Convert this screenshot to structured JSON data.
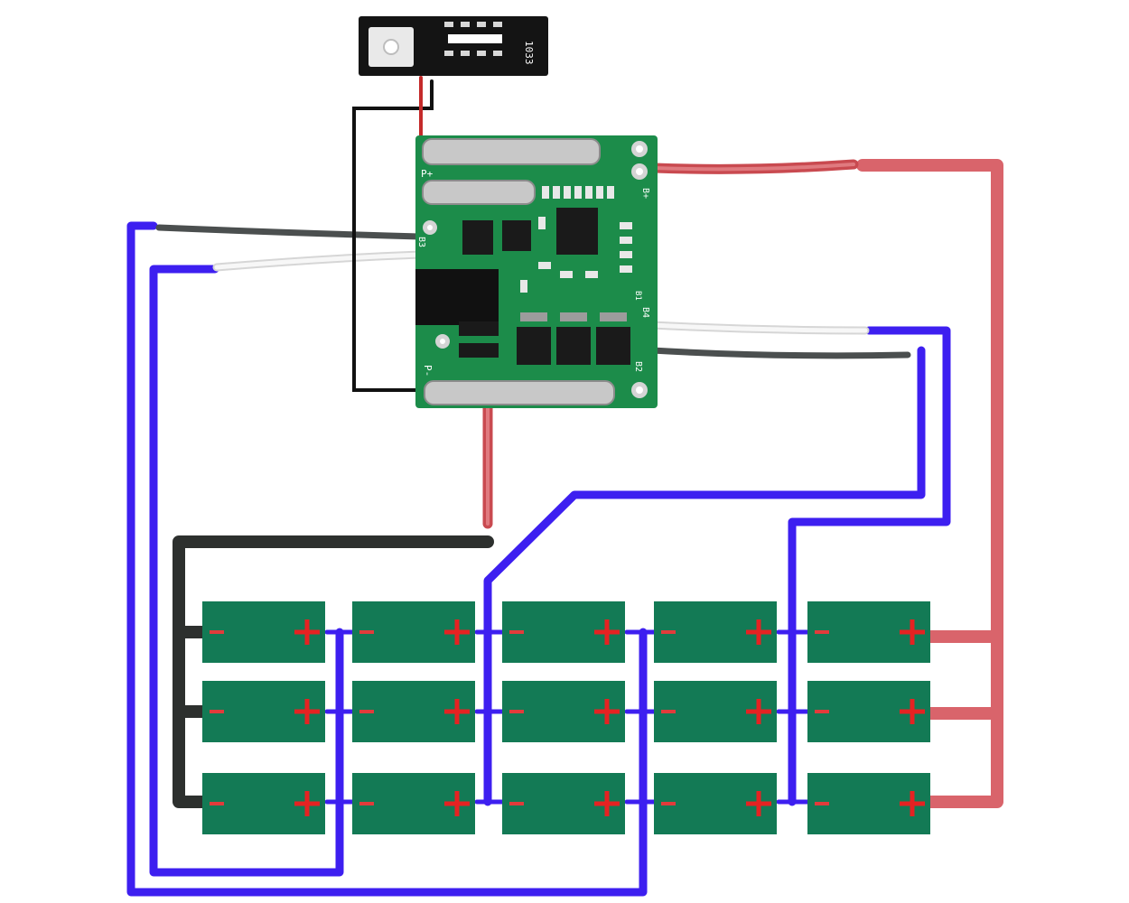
{
  "colors": {
    "background": "#ffffff",
    "blue_wire": "#3d1ff0",
    "red_wire": "#d9646b",
    "black_wire": "#2d302e",
    "cell_fill": "#137a55",
    "cell_minus": "#e23b3b",
    "cell_plus": "#e52222",
    "pcb_green": "#1c8c4a",
    "led_board": "#141414",
    "metal_pad": "#c8c8c8"
  },
  "led_board": {
    "label": "1033"
  },
  "bms_board": {
    "terminals": {
      "p_plus": "P+",
      "p_minus": "P-"
    },
    "pin_labels": {
      "b_plus": "B+",
      "b4": "B4",
      "b3": "B3",
      "b2": "B2",
      "b1": "B1"
    }
  },
  "battery_pack": {
    "columns": 5,
    "rows": 3,
    "cell_icon": {
      "minus": "minus-sign-icon",
      "plus": "plus-sign-icon"
    }
  }
}
